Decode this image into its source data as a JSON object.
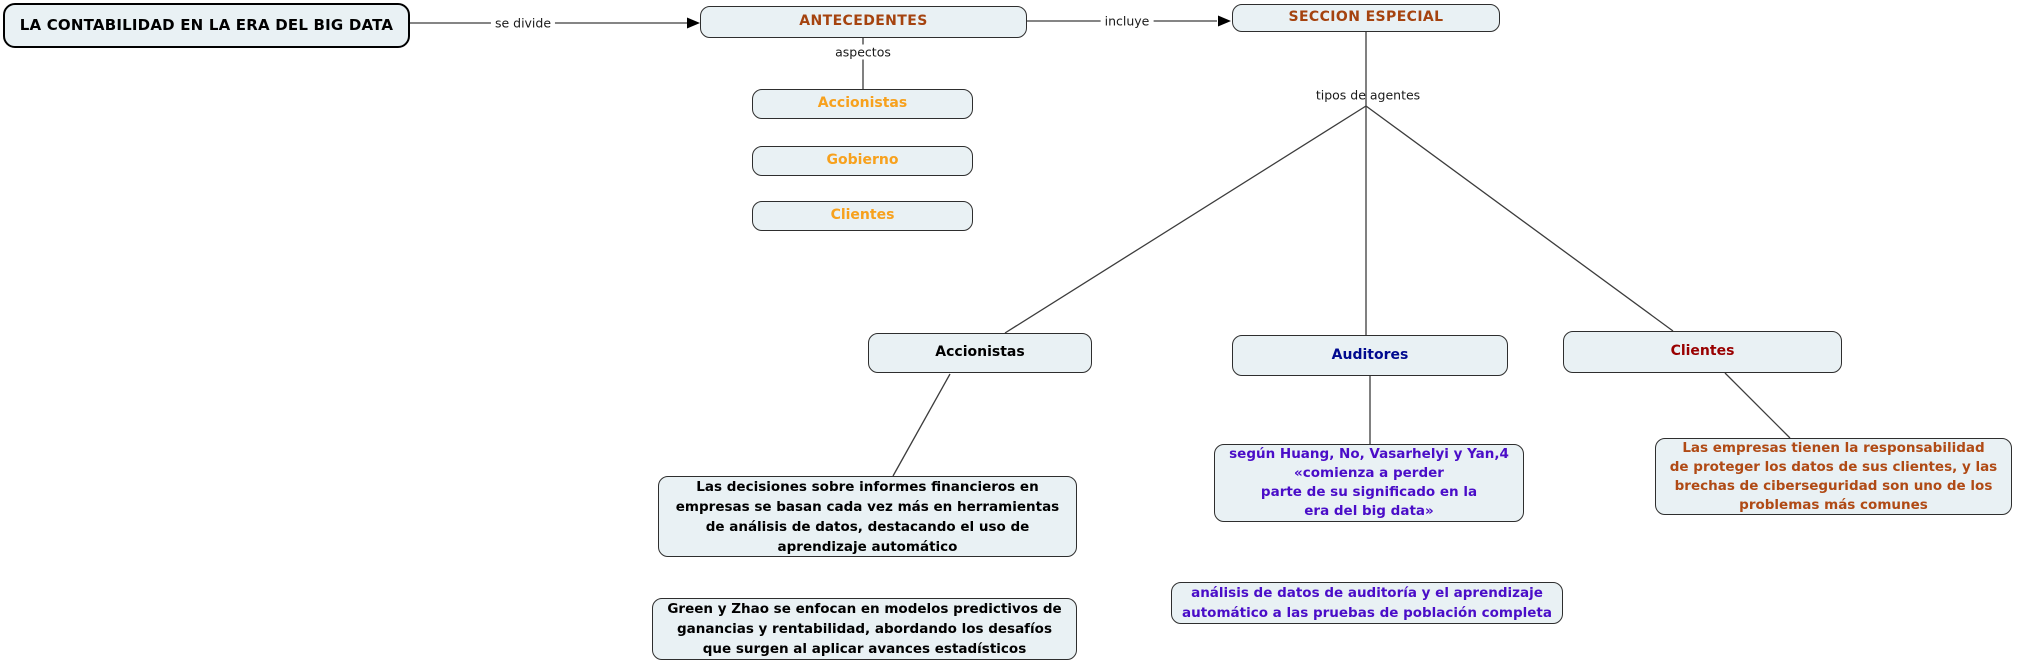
{
  "colors": {
    "canvas_background": "#FFFFFF",
    "node_fill": "#E9F1F4",
    "node_border": "#2E2E2E",
    "header_text": "#A5430F",
    "aspect_text": "#F7A11D",
    "agent_accionistas_text": "#000000",
    "agent_auditores_text": "#000A8F",
    "agent_clientes_text": "#990000",
    "note_purple_text": "#4A0DC8",
    "note_brown_text": "#B04A15",
    "connector_line": "#3C3C3C"
  },
  "map": {
    "root": {
      "label": "LA CONTABILIDAD EN LA ERA DEL BIG DATA"
    },
    "links": {
      "se_divide": "se divide",
      "incluye": "incluye",
      "aspectos": "aspectos",
      "tipos_de_agentes": "tipos de agentes"
    },
    "antecedentes": {
      "label": "ANTECEDENTES",
      "aspects": [
        {
          "label": "Accionistas"
        },
        {
          "label": "Gobierno"
        },
        {
          "label": "Clientes"
        }
      ]
    },
    "seccion_especial": {
      "label": "SECCION ESPECIAL",
      "agents": [
        {
          "label": "Accionistas",
          "notes": [
            "Las decisiones sobre informes financieros en\nempresas se basan cada vez más en herramientas\nde análisis de datos, destacando el uso de\naprendizaje automático",
            "Green y Zhao se enfocan en modelos predictivos de\nganancias y rentabilidad, abordando los desafíos\nque surgen al aplicar avances estadísticos"
          ]
        },
        {
          "label": "Auditores",
          "notes": [
            "según Huang, No, Vasarhelyi y Yan,4\n«comienza a perder\nparte de su significado en la\nera del big data»",
            "análisis de datos de auditoría y el aprendizaje\nautomático a las pruebas de población completa"
          ]
        },
        {
          "label": "Clientes",
          "notes": [
            "Las empresas tienen la responsabilidad\nde proteger los datos de sus clientes, y las\nbrechas de ciberseguridad son uno de los\nproblemas más comunes"
          ]
        }
      ]
    }
  }
}
